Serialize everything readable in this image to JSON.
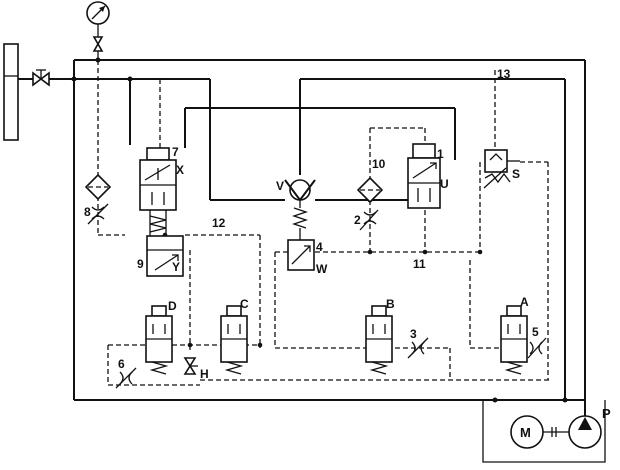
{
  "diagram": {
    "labels": {
      "n13": "13",
      "n7": "7",
      "nX": "X",
      "nV": "V",
      "n10": "10",
      "n1": "1",
      "nU": "U",
      "nS": "S",
      "n8": "8",
      "n12": "12",
      "n2": "2",
      "n4": "4",
      "nW": "W",
      "n9": "9",
      "nY": "Y",
      "n11": "11",
      "nD": "D",
      "nC": "C",
      "nB": "B",
      "nA": "A",
      "n3": "3",
      "n5": "5",
      "n6": "6",
      "nH": "H",
      "nM": "M",
      "nP": "P"
    }
  }
}
